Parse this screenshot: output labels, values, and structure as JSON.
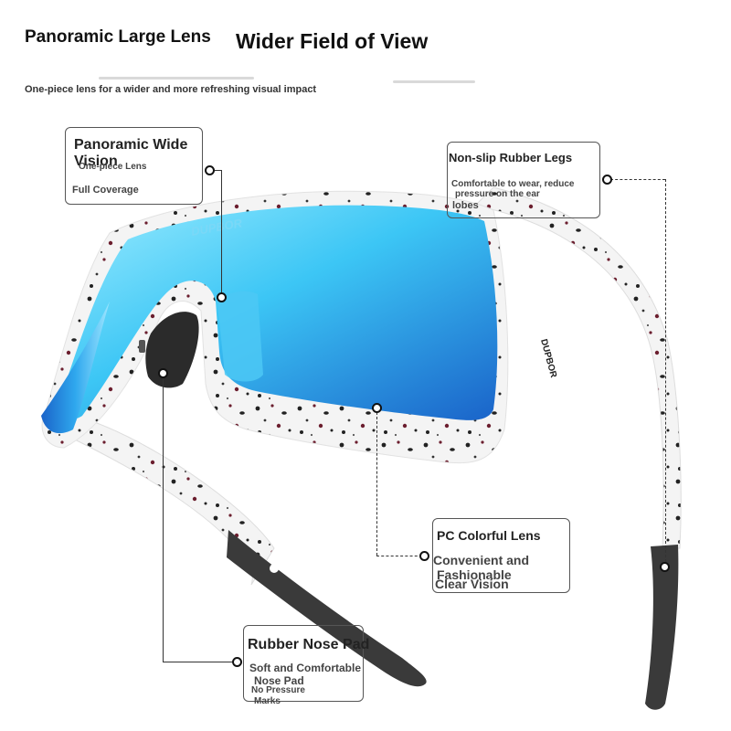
{
  "header": {
    "title_part1": "Panoramic Large Lens",
    "title_part2": "Wider Field of View",
    "subtitle": "One-piece lens for a wider and more refreshing visual impact"
  },
  "brand_mark": "DUPBOR",
  "callouts": {
    "panoramic": {
      "heading": "Panoramic Wide Vision",
      "lines": [
        "One-piece Lens",
        "Full Coverage"
      ]
    },
    "legs": {
      "heading": "Non-slip Rubber Legs",
      "lines": [
        "Comfortable to wear, reduce",
        "pressure on the ear",
        "lobes"
      ]
    },
    "lens": {
      "heading": "PC Colorful Lens",
      "lines": [
        "Convenient and",
        "Fashionable",
        "Clear Vision"
      ]
    },
    "nose": {
      "heading": "Rubber Nose Pad",
      "lines": [
        "Soft and Comfortable",
        "Nose Pad",
        "No Pressure",
        "Marks"
      ]
    }
  },
  "colors": {
    "lens_light": "#7fe4ff",
    "lens_mid": "#2fb6f0",
    "lens_dark": "#1a63c9",
    "frame": "#f4f4f4",
    "speckle_dark": "#222222",
    "speckle_red": "#6b1e2e",
    "rubber": "#3a3a3a"
  }
}
